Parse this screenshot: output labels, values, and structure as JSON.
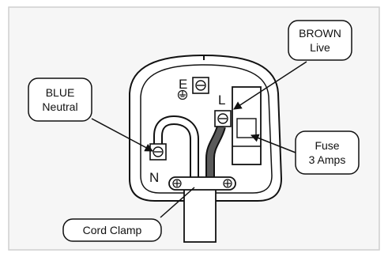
{
  "diagram": {
    "callouts": {
      "blue_neutral": {
        "line1": "BLUE",
        "line2": "Neutral"
      },
      "brown_live": {
        "line1": "BROWN",
        "line2": "Live"
      },
      "fuse": {
        "line1": "Fuse",
        "line2": "3 Amps"
      },
      "cord_clamp": {
        "line1": "Cord Clamp"
      }
    },
    "terminals": {
      "earth": "E",
      "live": "L",
      "neutral": "N"
    },
    "colors": {
      "background": "#f6f6f6",
      "frame_border": "#cfcfcf",
      "line": "#111111",
      "brown_wire": "#5a5a5a"
    }
  }
}
